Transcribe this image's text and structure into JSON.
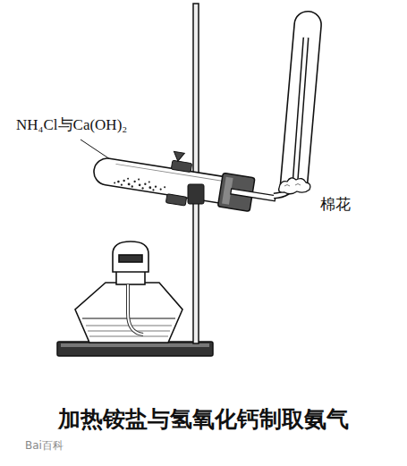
{
  "diagram": {
    "caption": "加热铵盐与氢氧化钙制取氨气",
    "labels": [
      "NH₄Cl与Ca(OH)₂",
      "棉花",
      "Bai百科"
    ]
  }
}
